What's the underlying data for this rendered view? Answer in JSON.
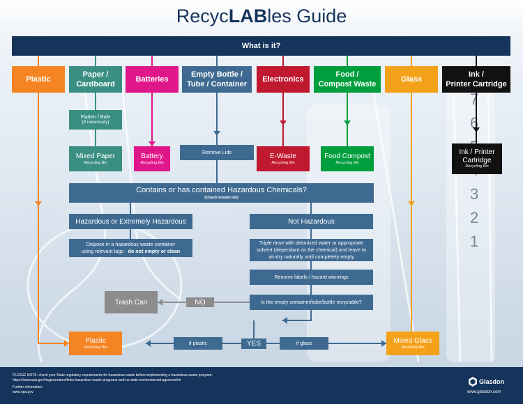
{
  "title_pre": "Recyc",
  "title_bold": "LAB",
  "title_post": "les Guide",
  "question": "What is it?",
  "categories": {
    "plastic": "Plastic",
    "paper": "Paper /\nCardboard",
    "batteries": "Batteries",
    "bottle": "Empty Bottle /\nTube / Container",
    "electronics": "Electronics",
    "food": "Food /\nCompost Waste",
    "glass": "Glass",
    "ink": "Ink /\nPrinter Cartridge"
  },
  "steps": {
    "flatten": "Flatten / Bale",
    "flatten_note": "(if necessary)",
    "remove_lids": "Remove Lids",
    "hazard_question": "Contains or has contained Hazardous Chemicals?",
    "hazard_note": "(Check known list)",
    "hazardous": "Hazardous or Extremely Hazardous",
    "not_hazardous": "Not Hazardous",
    "dispose_line1": "Dispose in a hazardous waste container",
    "dispose_line2": "using relevant tags - ",
    "dispose_bold": "do not empty or clean",
    "rinse": "Triple rinse with deionized water or appropriate solvent (dependant on the chemical) and leave to air-dry naturally until completely empty",
    "remove_labels": "Remove labels / hazard warnings",
    "recyclable_question": "Is the empty container/tube/bottle recyclable?",
    "no": "NO",
    "yes": "YES",
    "if_plastic": "if plastic",
    "if_glass": "if glass"
  },
  "destinations": {
    "mixed_paper": "Mixed Paper",
    "battery": "Battery",
    "ewaste": "E-Waste",
    "food_compost": "Food Compost",
    "ink": "Ink / Printer\nCartridge",
    "trash": "Trash Can",
    "plastic": "Plastic",
    "mixed_glass": "Mixed Glass",
    "bin_label": "Recycling Bin"
  },
  "footer": {
    "note": "PLEASE NOTE: check your State regulatory requirements for hazardous waste before implementing a hazardous waste program:",
    "url1": "https://www.epa.gov/hwgenerators/links-hazardous-waste-programs-and-us-state-environmental-agencies#nl",
    "further": "Further information:",
    "url2": "www.epa.gov",
    "brand": "Glasdon",
    "site": "www.glasdon.com"
  },
  "colors": {
    "navy": "#15345c",
    "slate": "#3e6a91",
    "plastic": "#f58423",
    "paper": "#3a8f82",
    "batteries": "#e0178a",
    "electronics": "#c0182e",
    "food": "#009e3c",
    "glass": "#f4a11a",
    "ink": "#111111",
    "trash": "#8c8c8c"
  },
  "background_numbers": [
    "7",
    "6",
    "5",
    "4",
    "3",
    "2",
    "1"
  ]
}
